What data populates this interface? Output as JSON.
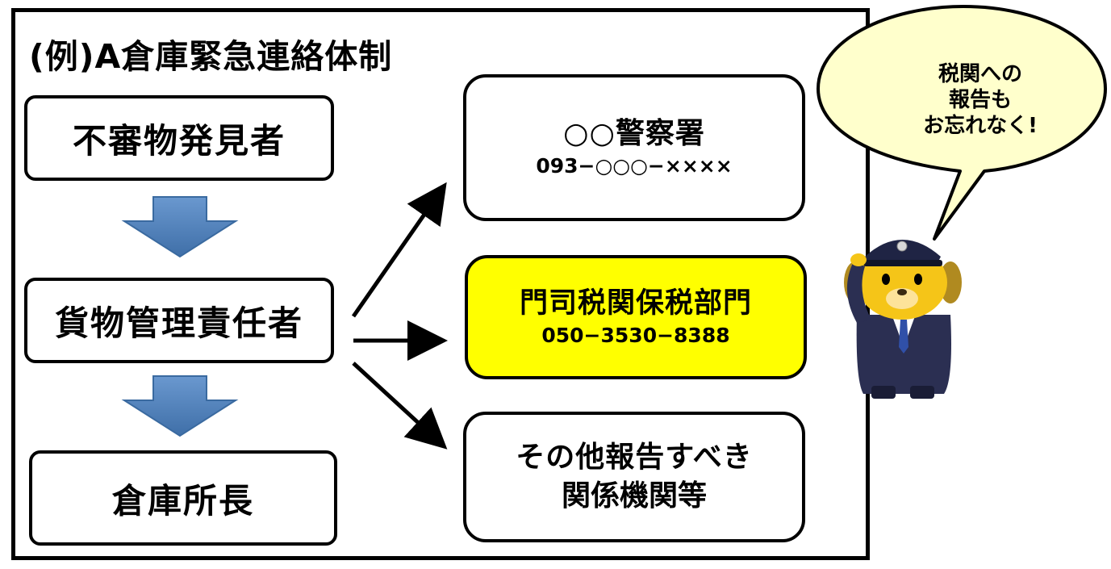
{
  "title": "(例)A倉庫緊急連絡体制",
  "left_chain": {
    "discoverer": "不審物発見者",
    "manager": "貨物管理責任者",
    "warehouse_head": "倉庫所長"
  },
  "contacts": {
    "police": {
      "name": "○○警察署",
      "phone": "093−○○○−××××"
    },
    "customs": {
      "name": "門司税関保税部門",
      "phone": "050−3530−8388"
    },
    "other": {
      "line1": "その他報告すべき",
      "line2": "関係機関等"
    }
  },
  "speech_bubble": {
    "line1": "税関への",
    "line2": "報告も",
    "line3": "お忘れなく!"
  },
  "colors": {
    "highlight": "#ffff00",
    "down_arrow": "#4f81bd",
    "bubble_fill": "#ffffcc",
    "uniform": "#2b2f52",
    "mascot_face": "#f5c518"
  },
  "icons": {
    "mascot": "customs-officer-dog-mascot-icon"
  }
}
